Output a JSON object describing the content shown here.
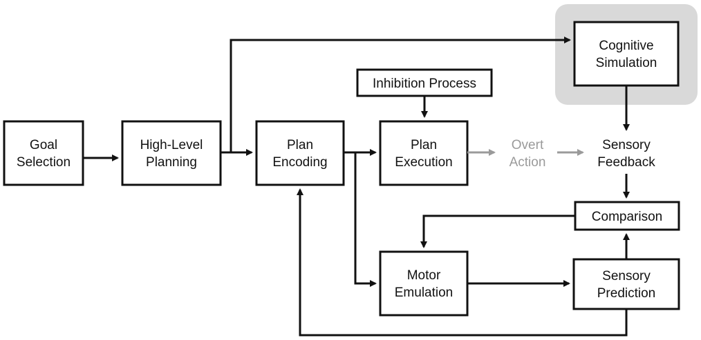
{
  "diagram": {
    "nodes": {
      "goal_selection": {
        "line1": "Goal",
        "line2": "Selection"
      },
      "high_level_planning": {
        "line1": "High-Level",
        "line2": "Planning"
      },
      "plan_encoding": {
        "line1": "Plan",
        "line2": "Encoding"
      },
      "plan_execution": {
        "line1": "Plan",
        "line2": "Execution"
      },
      "inhibition_process": {
        "line1": "Inhibition Process"
      },
      "overt_action": {
        "line1": "Overt",
        "line2": "Action"
      },
      "sensory_feedback": {
        "line1": "Sensory",
        "line2": "Feedback"
      },
      "cognitive_simulation": {
        "line1": "Cognitive",
        "line2": "Simulation"
      },
      "comparison": {
        "line1": "Comparison"
      },
      "motor_emulation": {
        "line1": "Motor",
        "line2": "Emulation"
      },
      "sensory_prediction": {
        "line1": "Sensory",
        "line2": "Prediction"
      }
    },
    "colors": {
      "stroke": "#111111",
      "muted": "#9a9a9a",
      "highlight": "#d9d9d9",
      "background": "#ffffff"
    }
  }
}
